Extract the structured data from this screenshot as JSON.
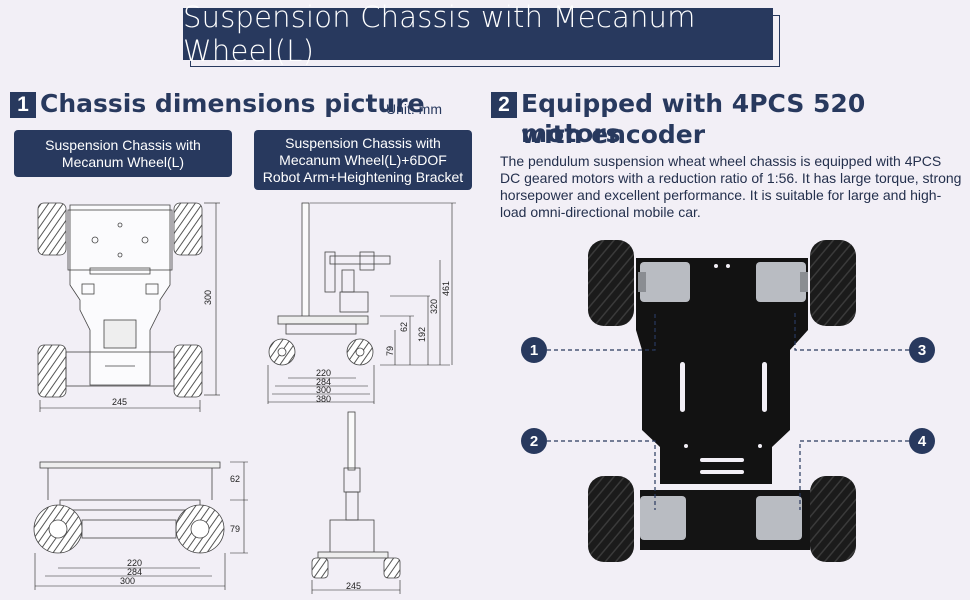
{
  "banner": {
    "title": "Suspension Chassis with Mecanum Wheel(L)"
  },
  "section1": {
    "number": "1",
    "title": "Chassis dimensions picture",
    "unit": "Unit: mm"
  },
  "section2": {
    "number": "2",
    "title_line1": "Equipped with 4PCS 520 motors",
    "title_line2": "with encoder",
    "description": "The pendulum suspension wheat wheel chassis is equipped with 4PCS DC geared motors with a reduction ratio of 1:56. It has large torque, strong horsepower and excellent performance. It is suitable for large and high-load omni-directional mobile car."
  },
  "labels": {
    "chassis_line1": "Suspension Chassis with",
    "chassis_line2": "Mecanum Wheel(L)",
    "arm_line1": "Suspension Chassis with",
    "arm_line2": "Mecanum Wheel(L)+6DOF",
    "arm_line3": "Robot Arm+Heightening Bracket"
  },
  "dimensions": {
    "top_width": "245",
    "top_length": "300",
    "side_62": "62",
    "side_79": "79",
    "side_192": "192",
    "side_320": "320",
    "side_461": "461",
    "side_220": "220",
    "side_284": "284",
    "side_300": "300",
    "side_380": "380",
    "front_62": "62",
    "front_79": "79",
    "front_220": "220",
    "front_284": "284",
    "front_300": "300",
    "arm_front_245": "245"
  },
  "callouts": [
    "1",
    "2",
    "3",
    "4"
  ],
  "colors": {
    "navy": "#28395e",
    "background": "#f2eff6",
    "wheel": "#1b1b1b",
    "motor": "#b9bcc2"
  }
}
